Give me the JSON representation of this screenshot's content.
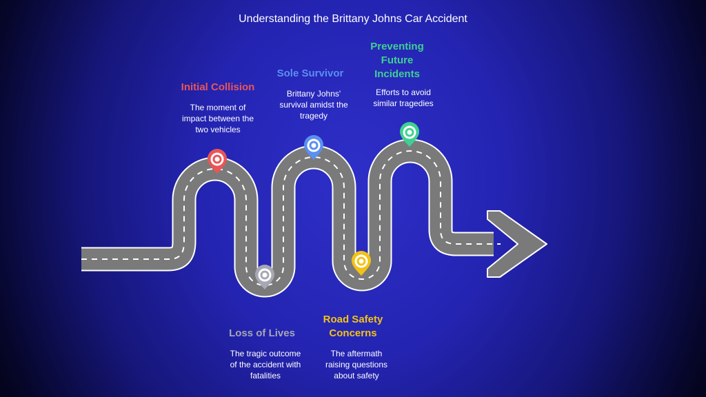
{
  "title": "Understanding the Brittany Johns Car Accident",
  "colors": {
    "road": "#7a7a7a",
    "road_edge": "#ffffff",
    "lane_dash": "#ffffff",
    "initial_collision": "#ea5558",
    "sole_survivor": "#5b8ff0",
    "preventing": "#3fd191",
    "loss_of_lives": "#a6a8b4",
    "road_safety": "#f2c316"
  },
  "milestones": [
    {
      "id": "initial-collision",
      "title": "Initial Collision",
      "title_lines": [
        "Initial Collision"
      ],
      "description_lines": [
        "The moment of",
        "impact between the",
        "two vehicles"
      ],
      "pin_icon": "map-pin-icon"
    },
    {
      "id": "sole-survivor",
      "title": "Sole Survivor",
      "title_lines": [
        "Sole Survivor"
      ],
      "description_lines": [
        "Brittany Johns'",
        "survival amidst the",
        "tragedy"
      ],
      "pin_icon": "map-pin-icon"
    },
    {
      "id": "preventing-future-incidents",
      "title": "Preventing Future Incidents",
      "title_lines": [
        "Preventing",
        "Future",
        "Incidents"
      ],
      "description_lines": [
        "Efforts to avoid",
        "similar tragedies"
      ],
      "pin_icon": "map-pin-icon"
    },
    {
      "id": "loss-of-lives",
      "title": "Loss of Lives",
      "title_lines": [
        "Loss of Lives"
      ],
      "description_lines": [
        "The tragic outcome",
        "of the accident with",
        "fatalities"
      ],
      "pin_icon": "map-pin-icon"
    },
    {
      "id": "road-safety-concerns",
      "title": "Road Safety Concerns",
      "title_lines": [
        "Road Safety",
        "Concerns"
      ],
      "description_lines": [
        "The aftermath",
        "raising questions",
        "about safety"
      ],
      "pin_icon": "map-pin-icon"
    }
  ]
}
